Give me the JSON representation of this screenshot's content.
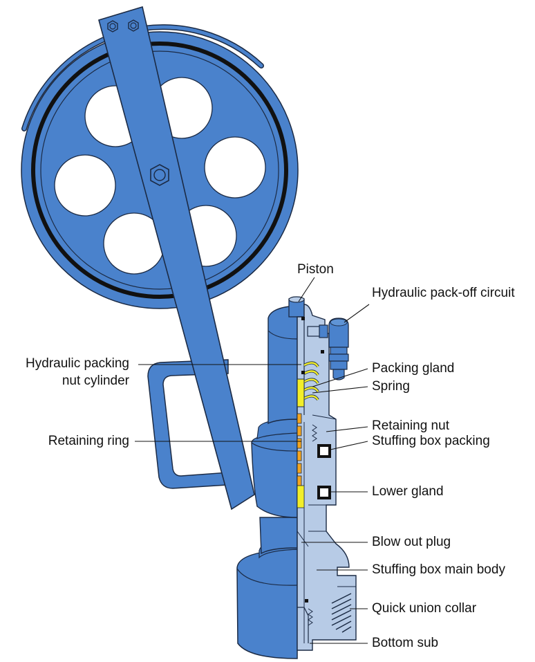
{
  "labels": {
    "piston": "Piston",
    "hydraulic_pack_off_circuit": "Hydraulic pack-off circuit",
    "hydraulic_packing_nut_cylinder_line1": "Hydraulic packing",
    "hydraulic_packing_nut_cylinder_line2": "nut cylinder",
    "packing_gland": "Packing gland",
    "spring": "Spring",
    "retaining_nut": "Retaining nut",
    "retaining_ring": "Retaining ring",
    "stuffing_box_packing": "Stuffing box packing",
    "lower_gland": "Lower gland",
    "blow_out_plug": "Blow out plug",
    "stuffing_box_main_body": "Stuffing box main body",
    "quick_union_collar": "Quick union collar",
    "bottom_sub": "Bottom sub"
  },
  "colors": {
    "body_blue": "#4a82cc",
    "dark_outline": "#1b2a44",
    "cutaway_light": "#b7cbe6",
    "packing_yellow": "#f2ee2a",
    "packing_orange": "#f3a51f",
    "ring_black": "#111111"
  }
}
